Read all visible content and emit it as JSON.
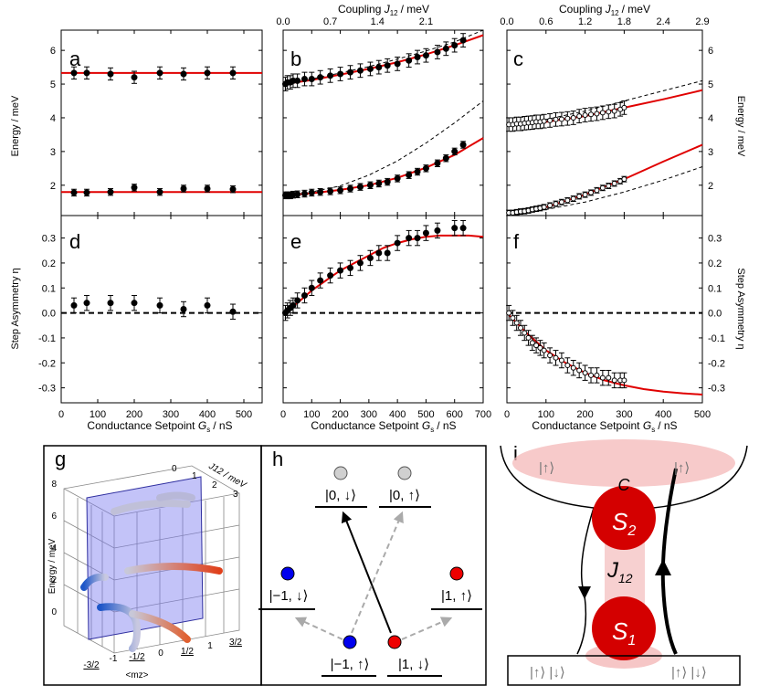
{
  "chart_data": [
    {
      "panel": "a",
      "type": "scatter",
      "ylabel": "Energy / meV",
      "xlim": [
        0,
        550
      ],
      "ylim": [
        1.1,
        6.6
      ],
      "yticks": [
        2,
        3,
        4,
        5,
        6
      ],
      "ytick_labels": [
        "2",
        "3",
        "4",
        "5",
        "6"
      ],
      "xticks": [
        0,
        100,
        200,
        300,
        400,
        500
      ],
      "xtick_labels": [
        "0",
        "100",
        "200",
        "300",
        "400",
        "500"
      ],
      "series": [
        {
          "x": [
            35,
            70,
            135,
            200,
            270,
            335,
            400,
            470
          ],
          "y": [
            5.33,
            5.33,
            5.3,
            5.2,
            5.33,
            5.3,
            5.33,
            5.33
          ],
          "err": [
            0.18,
            0.18,
            0.18,
            0.18,
            0.18,
            0.18,
            0.18,
            0.18
          ]
        },
        {
          "x": [
            35,
            70,
            135,
            200,
            270,
            335,
            400,
            470
          ],
          "y": [
            1.78,
            1.78,
            1.8,
            1.93,
            1.8,
            1.9,
            1.9,
            1.88
          ],
          "err": [
            0.1,
            0.1,
            0.1,
            0.1,
            0.1,
            0.1,
            0.1,
            0.1
          ]
        }
      ],
      "fits": [
        {
          "x": [
            0,
            550
          ],
          "y": [
            5.33,
            5.33
          ],
          "style": "solid"
        },
        {
          "x": [
            0,
            550
          ],
          "y": [
            1.8,
            1.8
          ],
          "style": "solid"
        }
      ]
    },
    {
      "panel": "b",
      "type": "scatter",
      "xlim": [
        0,
        700
      ],
      "ylim": [
        1.1,
        6.6
      ],
      "xticks": [
        0,
        100,
        200,
        300,
        400,
        500,
        600,
        700
      ],
      "xtick_labels": [
        "0",
        "100",
        "200",
        "300",
        "400",
        "500",
        "600",
        "700"
      ],
      "top_xlabel": "Coupling J12 / meV",
      "top_ticks": [
        0,
        165,
        330,
        500,
        660
      ],
      "top_tick_labels": [
        "0.0",
        "0.7",
        "1.4",
        "2.1",
        ""
      ],
      "series": [
        {
          "x": [
            8,
            15,
            25,
            35,
            50,
            75,
            100,
            130,
            165,
            200,
            235,
            270,
            305,
            335,
            365,
            400,
            440,
            470,
            500,
            540,
            570,
            600,
            630
          ],
          "y": [
            5.0,
            5.05,
            5.05,
            5.1,
            5.1,
            5.15,
            5.15,
            5.2,
            5.25,
            5.3,
            5.35,
            5.4,
            5.45,
            5.5,
            5.55,
            5.6,
            5.7,
            5.8,
            5.85,
            5.95,
            6.05,
            6.15,
            6.3
          ],
          "err": [
            0.2
          ]
        },
        {
          "x": [
            8,
            15,
            25,
            35,
            50,
            75,
            100,
            130,
            165,
            200,
            235,
            270,
            305,
            335,
            365,
            400,
            440,
            470,
            500,
            540,
            570,
            600,
            630
          ],
          "y": [
            1.7,
            1.7,
            1.7,
            1.72,
            1.73,
            1.75,
            1.78,
            1.8,
            1.82,
            1.85,
            1.9,
            1.95,
            2.0,
            2.05,
            2.1,
            2.2,
            2.3,
            2.4,
            2.5,
            2.65,
            2.8,
            3.0,
            3.2
          ],
          "err": [
            0.1
          ]
        }
      ],
      "fits": [
        {
          "x": [
            0,
            100,
            200,
            300,
            400,
            500,
            600,
            700
          ],
          "y": [
            5.0,
            5.12,
            5.28,
            5.45,
            5.65,
            5.88,
            6.15,
            6.45
          ],
          "style": "solid"
        },
        {
          "x": [
            0,
            100,
            200,
            300,
            400,
            500,
            600,
            700
          ],
          "y": [
            1.7,
            1.76,
            1.86,
            2.0,
            2.22,
            2.52,
            2.9,
            3.4
          ],
          "style": "solid"
        },
        {
          "x": [
            0,
            100,
            200,
            300,
            400,
            500,
            600,
            700
          ],
          "y": [
            5.0,
            5.15,
            5.33,
            5.52,
            5.74,
            5.98,
            6.25,
            6.6
          ],
          "style": "dashed"
        },
        {
          "x": [
            0,
            100,
            200,
            300,
            400,
            500,
            600,
            700
          ],
          "y": [
            1.7,
            1.8,
            1.98,
            2.3,
            2.72,
            3.25,
            3.85,
            4.5
          ],
          "style": "dashed"
        }
      ]
    },
    {
      "panel": "c",
      "type": "scatter",
      "ylabel": "Energy / meV",
      "xlim": [
        0,
        500
      ],
      "ylim": [
        1.1,
        6.6
      ],
      "xticks": [
        0,
        100,
        200,
        300,
        400,
        500
      ],
      "xtick_labels": [
        "0",
        "100",
        "200",
        "300",
        "400",
        "500"
      ],
      "yticks": [
        2,
        3,
        4,
        5,
        6
      ],
      "ytick_labels": [
        "2",
        "3",
        "4",
        "5",
        "6"
      ],
      "top_xlabel": "Coupling J12 / meV",
      "top_ticks": [
        0,
        100,
        200,
        300,
        400,
        500
      ],
      "top_tick_labels": [
        "0.0",
        "0.6",
        "1.2",
        "1.8",
        "2.4",
        "2.9"
      ],
      "series": [
        {
          "x": [
            5,
            15,
            25,
            35,
            45,
            55,
            65,
            75,
            85,
            95,
            110,
            125,
            140,
            155,
            170,
            185,
            200,
            215,
            230,
            245,
            260,
            275,
            290,
            300
          ],
          "y": [
            3.8,
            3.8,
            3.82,
            3.82,
            3.84,
            3.85,
            3.86,
            3.88,
            3.88,
            3.9,
            3.92,
            3.95,
            3.96,
            3.98,
            4.0,
            4.05,
            4.08,
            4.1,
            4.12,
            4.15,
            4.18,
            4.2,
            4.25,
            4.3
          ],
          "err": [
            0.2
          ],
          "open": true
        },
        {
          "x": [
            5,
            15,
            25,
            35,
            45,
            55,
            65,
            75,
            85,
            95,
            110,
            125,
            140,
            155,
            170,
            185,
            200,
            215,
            230,
            245,
            260,
            275,
            290,
            300
          ],
          "y": [
            1.18,
            1.18,
            1.2,
            1.22,
            1.23,
            1.25,
            1.28,
            1.3,
            1.32,
            1.35,
            1.4,
            1.45,
            1.5,
            1.55,
            1.6,
            1.67,
            1.72,
            1.78,
            1.85,
            1.92,
            1.98,
            2.05,
            2.12,
            2.18
          ],
          "err": [
            0.08
          ],
          "open": true
        }
      ],
      "fits": [
        {
          "x": [
            0,
            100,
            200,
            300,
            400,
            500
          ],
          "y": [
            3.8,
            3.88,
            4.05,
            4.3,
            4.55,
            4.82
          ],
          "style": "solid"
        },
        {
          "x": [
            0,
            100,
            200,
            300,
            400,
            500
          ],
          "y": [
            1.18,
            1.35,
            1.72,
            2.18,
            2.7,
            3.2
          ],
          "style": "solid"
        },
        {
          "x": [
            0,
            100,
            200,
            300,
            400,
            500
          ],
          "y": [
            3.8,
            3.95,
            4.2,
            4.5,
            4.8,
            5.1
          ],
          "style": "dashed"
        },
        {
          "x": [
            0,
            100,
            200,
            300,
            400,
            500
          ],
          "y": [
            1.18,
            1.28,
            1.5,
            1.8,
            2.15,
            2.55
          ],
          "style": "dashed"
        }
      ]
    },
    {
      "panel": "d",
      "type": "scatter",
      "ylabel": "Step Asymmetry η",
      "xlim": [
        0,
        550
      ],
      "ylim": [
        -0.36,
        0.39
      ],
      "yticks": [
        -0.3,
        -0.2,
        -0.1,
        0.0,
        0.1,
        0.2,
        0.3
      ],
      "ytick_labels": [
        "-0.3",
        "-0.2",
        "-0.1",
        "0.0",
        "0.1",
        "0.2",
        "0.3"
      ],
      "xticks": [
        0,
        100,
        200,
        300,
        400,
        500
      ],
      "xtick_labels": [
        "0",
        "100",
        "200",
        "300",
        "400",
        "500"
      ],
      "xlabel": "Conductance Setpoint Gs / nS",
      "series": [
        {
          "x": [
            35,
            70,
            135,
            200,
            270,
            335,
            400,
            470
          ],
          "y": [
            0.03,
            0.04,
            0.04,
            0.04,
            0.03,
            0.015,
            0.03,
            0.005
          ],
          "err": [
            0.03
          ]
        }
      ],
      "fits": [
        {
          "x": [
            0,
            550
          ],
          "y": [
            0,
            0
          ],
          "style": "dashed"
        }
      ]
    },
    {
      "panel": "e",
      "type": "scatter",
      "xlim": [
        0,
        700
      ],
      "ylim": [
        -0.36,
        0.39
      ],
      "xticks": [
        0,
        100,
        200,
        300,
        400,
        500,
        600,
        700
      ],
      "xtick_labels": [
        "0",
        "100",
        "200",
        "300",
        "400",
        "500",
        "600",
        "700"
      ],
      "xlabel": "Conductance Setpoint Gs / nS",
      "series": [
        {
          "x": [
            8,
            15,
            25,
            35,
            50,
            75,
            100,
            130,
            165,
            200,
            235,
            270,
            305,
            335,
            365,
            400,
            440,
            470,
            500,
            540,
            600,
            630
          ],
          "y": [
            0.0,
            0.01,
            0.02,
            0.03,
            0.05,
            0.07,
            0.1,
            0.13,
            0.15,
            0.17,
            0.18,
            0.2,
            0.22,
            0.24,
            0.24,
            0.28,
            0.3,
            0.3,
            0.32,
            0.33,
            0.34,
            0.34
          ],
          "err": [
            0.03
          ]
        }
      ],
      "fits": [
        {
          "x": [
            0,
            50,
            100,
            150,
            200,
            250,
            300,
            350,
            400,
            450,
            500,
            550,
            600,
            650,
            700
          ],
          "y": [
            0.0,
            0.04,
            0.09,
            0.13,
            0.17,
            0.2,
            0.23,
            0.26,
            0.28,
            0.295,
            0.305,
            0.31,
            0.31,
            0.31,
            0.305
          ],
          "style": "solid"
        },
        {
          "x": [
            0,
            700
          ],
          "y": [
            0,
            0
          ],
          "style": "dashed"
        }
      ]
    },
    {
      "panel": "f",
      "type": "scatter",
      "ylabel": "Step Asymmetry η",
      "xlim": [
        0,
        500
      ],
      "ylim": [
        -0.36,
        0.39
      ],
      "xticks": [
        0,
        100,
        200,
        300,
        400,
        500
      ],
      "xtick_labels": [
        "0",
        "100",
        "200",
        "300",
        "400",
        "500"
      ],
      "yticks": [
        -0.3,
        -0.2,
        -0.1,
        0.0,
        0.1,
        0.2,
        0.3
      ],
      "ytick_labels": [
        "-0.3",
        "-0.2",
        "-0.1",
        "0.0",
        "0.1",
        "0.2",
        "0.3"
      ],
      "xlabel": "Conductance Setpoint Gs / nS",
      "series": [
        {
          "x": [
            5,
            15,
            25,
            35,
            45,
            55,
            65,
            75,
            85,
            95,
            110,
            125,
            140,
            155,
            170,
            185,
            200,
            215,
            230,
            245,
            260,
            275,
            290,
            300
          ],
          "y": [
            0.0,
            -0.02,
            -0.04,
            -0.06,
            -0.08,
            -0.1,
            -0.12,
            -0.13,
            -0.14,
            -0.15,
            -0.17,
            -0.18,
            -0.19,
            -0.21,
            -0.22,
            -0.23,
            -0.24,
            -0.25,
            -0.25,
            -0.26,
            -0.26,
            -0.27,
            -0.27,
            -0.27
          ],
          "err": [
            0.03
          ],
          "open": true
        }
      ],
      "fits": [
        {
          "x": [
            0,
            50,
            100,
            150,
            200,
            250,
            300,
            350,
            400,
            450,
            500
          ],
          "y": [
            0.0,
            -0.08,
            -0.15,
            -0.2,
            -0.24,
            -0.27,
            -0.29,
            -0.305,
            -0.315,
            -0.322,
            -0.327
          ],
          "style": "solid"
        },
        {
          "x": [
            0,
            500
          ],
          "y": [
            0,
            0
          ],
          "style": "dashed"
        }
      ]
    }
  ],
  "labels": {
    "a": "a",
    "b": "b",
    "c": "c",
    "d": "d",
    "e": "e",
    "f": "f",
    "g": "g",
    "h": "h",
    "i": "i",
    "xlabel_d": "Conductance Setpoint",
    "xlabel_e": "Conductance Setpoint",
    "xlabel_f": "Conductance Setpoint",
    "gs_symbol": "G",
    "gs_sub": "s",
    "gs_unit": "/ nS",
    "ylabel_energy": "Energy / meV",
    "ylabel_eta": "Step Asymmetry η",
    "coupling": "Coupling",
    "j": "J",
    "j_sub": "12",
    "coupling_unit": "/ meV"
  },
  "panel_g": {
    "ylabel": "Energy / meV",
    "yticks": [
      "0",
      "2",
      "4",
      "6",
      "8"
    ],
    "jticks": [
      "0",
      "1",
      "2",
      "3"
    ],
    "jlabel": "J12 / meV",
    "mticks": [
      "-3/2",
      "-1",
      "-1/2",
      "0",
      "1/2",
      "1",
      "3/2"
    ],
    "mlabel": "<mz>"
  },
  "panel_h": {
    "states": [
      {
        "label": "|0, ↓⟩",
        "color": "#d0d0d0"
      },
      {
        "label": "|0, ↑⟩",
        "color": "#d0d0d0"
      },
      {
        "label": "|−1, ↓⟩",
        "color": "#0000ee"
      },
      {
        "label": "|1, ↑⟩",
        "color": "#ee0000"
      },
      {
        "label": "|−1, ↑⟩",
        "color": "#0000ee"
      },
      {
        "label": "|1, ↓⟩",
        "color": "#ee0000"
      }
    ]
  },
  "panel_i": {
    "up": "|↑⟩",
    "up2": "|↑⟩",
    "c": "C",
    "s2": "S",
    "s2_sub": "2",
    "j": "J",
    "j_sub": "12",
    "s1": "S",
    "s1_sub": "1",
    "bottom_left": "|↑⟩ |↓⟩",
    "bottom_right": "|↑⟩ |↓⟩"
  }
}
